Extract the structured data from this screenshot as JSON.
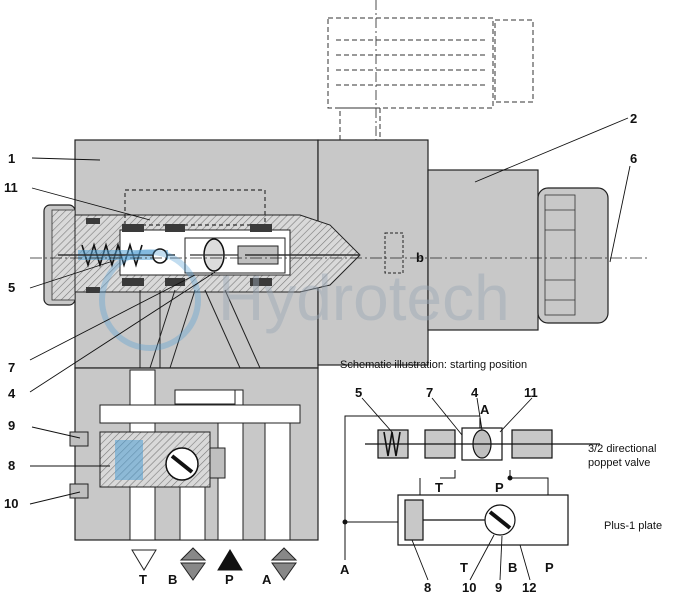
{
  "watermark": "Hydrotech",
  "main_view": {
    "callouts": [
      "1",
      "11",
      "5",
      "7",
      "4",
      "9",
      "8",
      "10",
      "2",
      "6"
    ],
    "solenoid_marker": "b",
    "ports": [
      "T",
      "B",
      "P",
      "A"
    ]
  },
  "schematic": {
    "caption": "Schematic illustration: starting position",
    "callouts": [
      "5",
      "7",
      "4",
      "11",
      "8",
      "10",
      "9",
      "12"
    ],
    "valve_label_line1": "3/2 directional",
    "valve_label_line2": "poppet valve",
    "plate_label": "Plus-1 plate",
    "valve_ports": {
      "A": "A",
      "T": "T",
      "P": "P"
    },
    "plate_ports": {
      "A": "A",
      "T": "T",
      "B": "B",
      "P": "P"
    }
  },
  "colors": {
    "body_gray": "#c8c8c8",
    "dark_gray": "#5a5a5a",
    "highlight_blue": "#4f9fd3",
    "watermark": "#9aa8b6"
  }
}
